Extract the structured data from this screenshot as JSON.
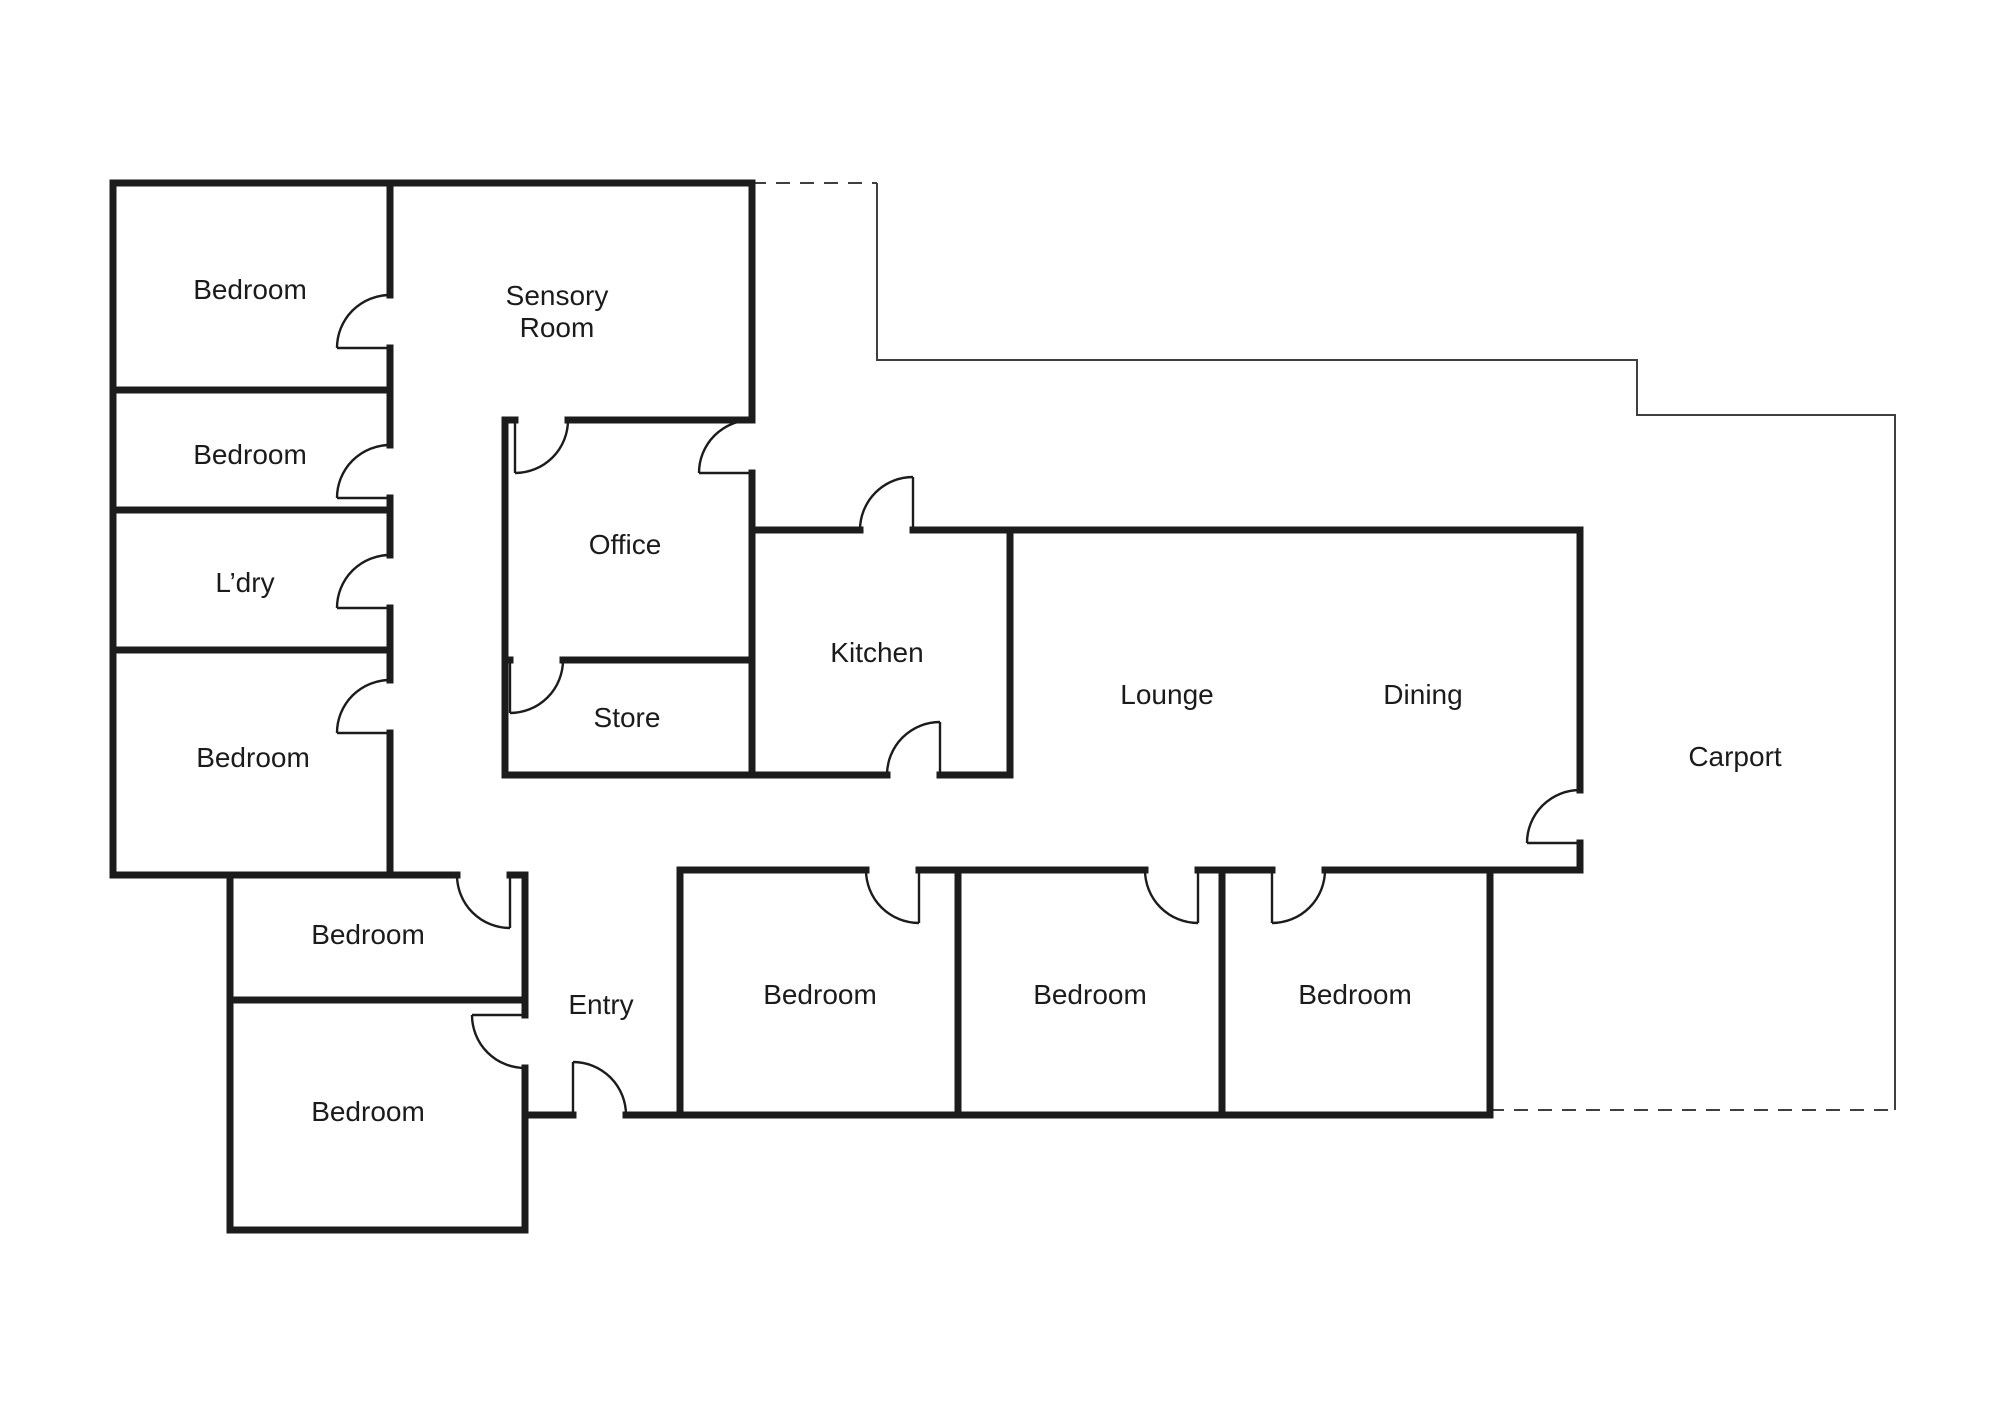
{
  "theme": {
    "bg": "#ffffff",
    "wall": "#1c1c1c",
    "line": "#3f3f3f",
    "text": "#1b1b1b"
  },
  "rooms": {
    "bedroom_1": {
      "label": "Bedroom"
    },
    "bedroom_2": {
      "label": "Bedroom"
    },
    "laundry": {
      "label": "L’dry"
    },
    "bedroom_3": {
      "label": "Bedroom"
    },
    "sensory_room": {
      "label": "Sensory Room"
    },
    "office": {
      "label": "Office"
    },
    "store": {
      "label": "Store"
    },
    "kitchen": {
      "label": "Kitchen"
    },
    "lounge": {
      "label": "Lounge"
    },
    "dining": {
      "label": "Dining"
    },
    "carport": {
      "label": "Carport"
    },
    "bedroom_4": {
      "label": "Bedroom"
    },
    "bedroom_5": {
      "label": "Bedroom"
    },
    "entry": {
      "label": "Entry"
    },
    "bedroom_6": {
      "label": "Bedroom"
    },
    "bedroom_7": {
      "label": "Bedroom"
    },
    "bedroom_8": {
      "label": "Bedroom"
    }
  }
}
